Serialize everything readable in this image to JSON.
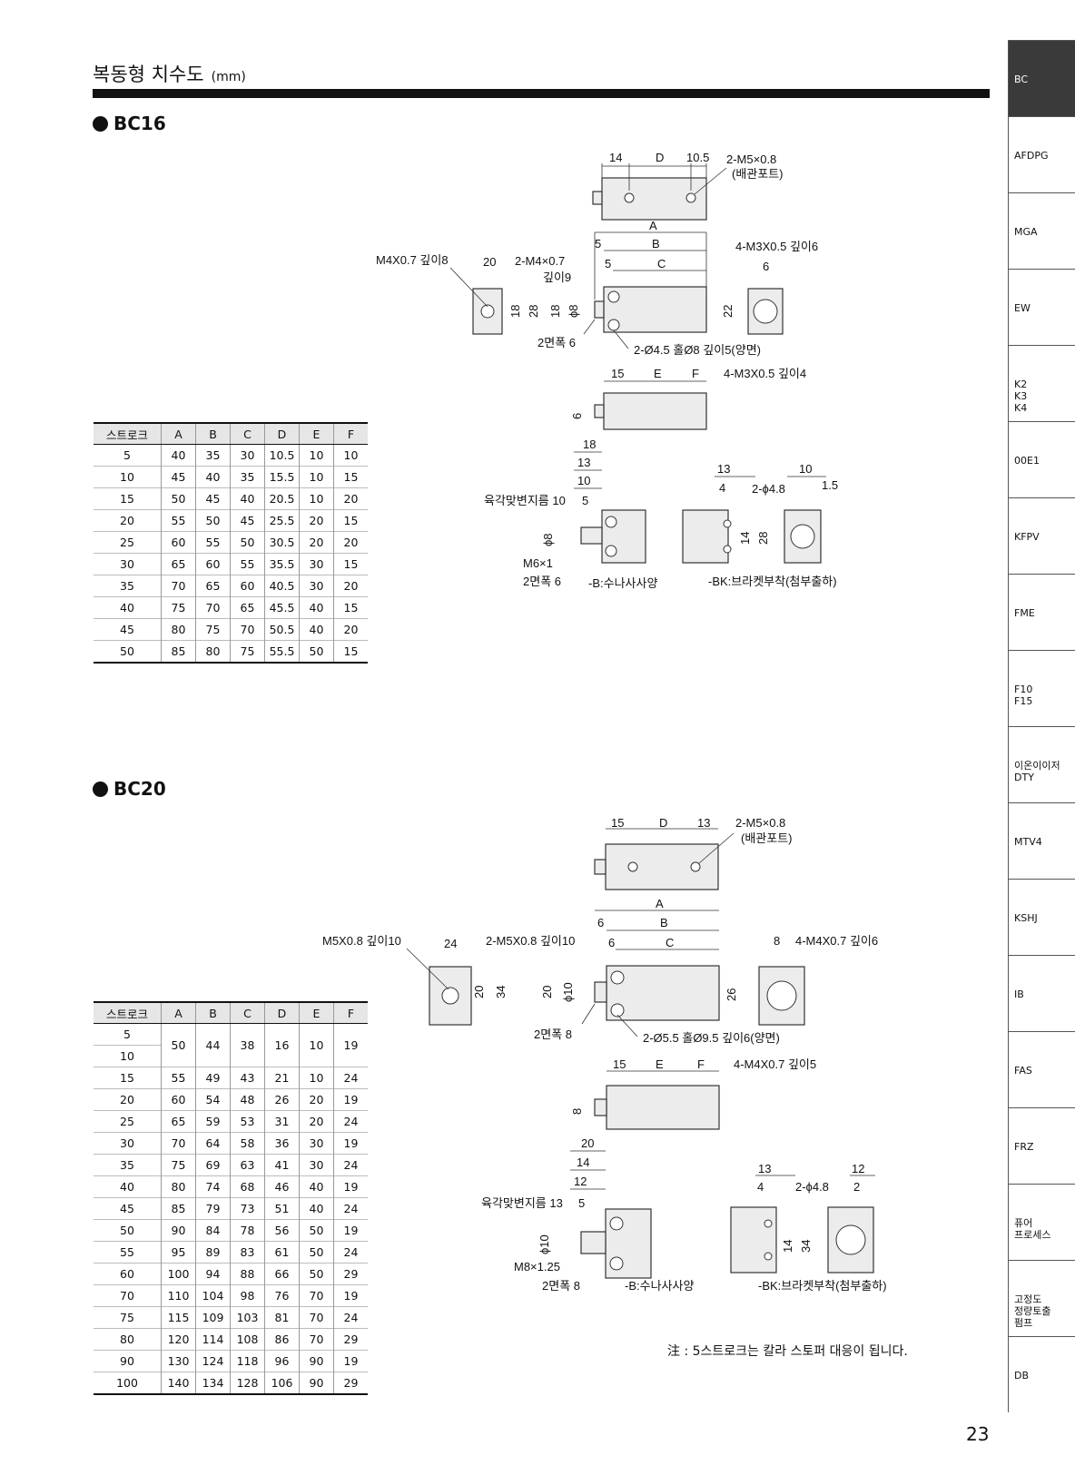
{
  "header": {
    "title": "복동형 치수도",
    "unit": "(mm)"
  },
  "sections": [
    {
      "model": "BC16",
      "table": {
        "columns": [
          "스트로크",
          "A",
          "B",
          "C",
          "D",
          "E",
          "F"
        ],
        "rows": [
          [
            "5",
            "40",
            "35",
            "30",
            "10.5",
            "10",
            "10"
          ],
          [
            "10",
            "45",
            "40",
            "35",
            "15.5",
            "10",
            "15"
          ],
          [
            "15",
            "50",
            "45",
            "40",
            "20.5",
            "10",
            "20"
          ],
          [
            "20",
            "55",
            "50",
            "45",
            "25.5",
            "20",
            "15"
          ],
          [
            "25",
            "60",
            "55",
            "50",
            "30.5",
            "20",
            "20"
          ],
          [
            "30",
            "65",
            "60",
            "55",
            "35.5",
            "30",
            "15"
          ],
          [
            "35",
            "70",
            "65",
            "60",
            "40.5",
            "30",
            "20"
          ],
          [
            "40",
            "75",
            "70",
            "65",
            "45.5",
            "40",
            "15"
          ],
          [
            "45",
            "80",
            "75",
            "70",
            "50.5",
            "40",
            "20"
          ],
          [
            "50",
            "85",
            "80",
            "75",
            "55.5",
            "50",
            "15"
          ]
        ]
      },
      "labels": {
        "top_dims": [
          "14",
          "D",
          "10.5"
        ],
        "port": "2-M5×0.8",
        "port_sub": "(배관포트)",
        "A": "A",
        "B": "B",
        "C": "C",
        "five_a": "5",
        "five_b": "5",
        "rod_thread": "M4X0.7 깊이8",
        "w20": "20",
        "end_thread": "2-M4×0.7",
        "end_thread_depth": "깊이9",
        "d18a": "18",
        "d28": "28",
        "d18b": "18",
        "d8": "ϕ8",
        "width_flat": "2면폭 6",
        "mount_hole": "2-Ø4.5 홀Ø8 깊이5(양면)",
        "rear_thread": "4-M3X0.5 깊이6",
        "d6": "6",
        "d22": "22",
        "bot_dims": [
          "15",
          "E",
          "F"
        ],
        "bot_thread": "4-M3X0.5 깊이4",
        "bot_6": "6",
        "b_18": "18",
        "b_13": "13",
        "b_10": "10",
        "b_5": "5",
        "hex_nut": "육각맞변지름 10",
        "b_d8": "ϕ8",
        "b_thread": "M6×1",
        "b_flat": "2면폭 6",
        "b_caption": "-B:수나사사양",
        "bk_13": "13",
        "bk_10": "10",
        "bk_15": "1.5",
        "bk_4": "4",
        "bk_hole": "2-ϕ4.8",
        "bk_14": "14",
        "bk_28": "28",
        "bk_caption": "-BK:브라켓부착(첨부출하)"
      }
    },
    {
      "model": "BC20",
      "table": {
        "columns": [
          "스트로크",
          "A",
          "B",
          "C",
          "D",
          "E",
          "F"
        ],
        "first_rows": [
          [
            "5",
            "10"
          ],
          [
            "50",
            "44",
            "38",
            "16",
            "10",
            "19"
          ]
        ],
        "rows": [
          [
            "15",
            "55",
            "49",
            "43",
            "21",
            "10",
            "24"
          ],
          [
            "20",
            "60",
            "54",
            "48",
            "26",
            "20",
            "19"
          ],
          [
            "25",
            "65",
            "59",
            "53",
            "31",
            "20",
            "24"
          ],
          [
            "30",
            "70",
            "64",
            "58",
            "36",
            "30",
            "19"
          ],
          [
            "35",
            "75",
            "69",
            "63",
            "41",
            "30",
            "24"
          ],
          [
            "40",
            "80",
            "74",
            "68",
            "46",
            "40",
            "19"
          ],
          [
            "45",
            "85",
            "79",
            "73",
            "51",
            "40",
            "24"
          ],
          [
            "50",
            "90",
            "84",
            "78",
            "56",
            "50",
            "19"
          ],
          [
            "55",
            "95",
            "89",
            "83",
            "61",
            "50",
            "24"
          ],
          [
            "60",
            "100",
            "94",
            "88",
            "66",
            "50",
            "29"
          ],
          [
            "70",
            "110",
            "104",
            "98",
            "76",
            "70",
            "19"
          ],
          [
            "75",
            "115",
            "109",
            "103",
            "81",
            "70",
            "24"
          ],
          [
            "80",
            "120",
            "114",
            "108",
            "86",
            "70",
            "29"
          ],
          [
            "90",
            "130",
            "124",
            "118",
            "96",
            "90",
            "19"
          ],
          [
            "100",
            "140",
            "134",
            "128",
            "106",
            "90",
            "29"
          ]
        ]
      },
      "labels": {
        "top_dims": [
          "15",
          "D",
          "13"
        ],
        "port": "2-M5×0.8",
        "port_sub": "(배관포트)",
        "A": "A",
        "B": "B",
        "C": "C",
        "five_a": "6",
        "five_b": "6",
        "rod_thread": "M5X0.8 깊이10",
        "w20": "24",
        "end_thread": "2-M5X0.8 깊이10",
        "end_thread_depth": "",
        "d18a": "20",
        "d28": "34",
        "d18b": "20",
        "d8": "ϕ10",
        "width_flat": "2면폭 8",
        "mount_hole": "2-Ø5.5 홀Ø9.5 깊이6(양면)",
        "rear_thread": "4-M4X0.7 깊이6",
        "d6": "8",
        "d22": "26",
        "bot_dims": [
          "15",
          "E",
          "F"
        ],
        "bot_thread": "4-M4X0.7 깊이5",
        "bot_6": "8",
        "b_18": "20",
        "b_13": "14",
        "b_10": "12",
        "b_5": "5",
        "hex_nut": "육각맞변지름 13",
        "b_d8": "ϕ10",
        "b_thread": "M8×1.25",
        "b_flat": "2면폭 8",
        "b_caption": "-B:수나사사양",
        "bk_13": "13",
        "bk_10": "12",
        "bk_15": "2",
        "bk_4": "4",
        "bk_hole": "2-ϕ4.8",
        "bk_14": "14",
        "bk_28": "34",
        "bk_caption": "-BK:브라켓부착(첨부출하)"
      }
    }
  ],
  "note": "注 : 5스트로크는 칼라 스토퍼 대응이 됩니다.",
  "sidebar": [
    {
      "label": "BC",
      "active": true
    },
    {
      "label": "AFDPG"
    },
    {
      "label": "MGA"
    },
    {
      "label": "EW"
    },
    {
      "label": "K2\nK3\nK4"
    },
    {
      "label": "00E1"
    },
    {
      "label": "KFPV"
    },
    {
      "label": "FME"
    },
    {
      "label": "F10\nF15"
    },
    {
      "label": "이온이이저\nDTY"
    },
    {
      "label": "MTV4"
    },
    {
      "label": "KSHJ"
    },
    {
      "label": "IB"
    },
    {
      "label": "FAS"
    },
    {
      "label": "FRZ"
    },
    {
      "label": "퓨어\n프로세스"
    },
    {
      "label": "고정도\n정량토출\n펌프"
    },
    {
      "label": "DB"
    }
  ],
  "page_number": "23"
}
